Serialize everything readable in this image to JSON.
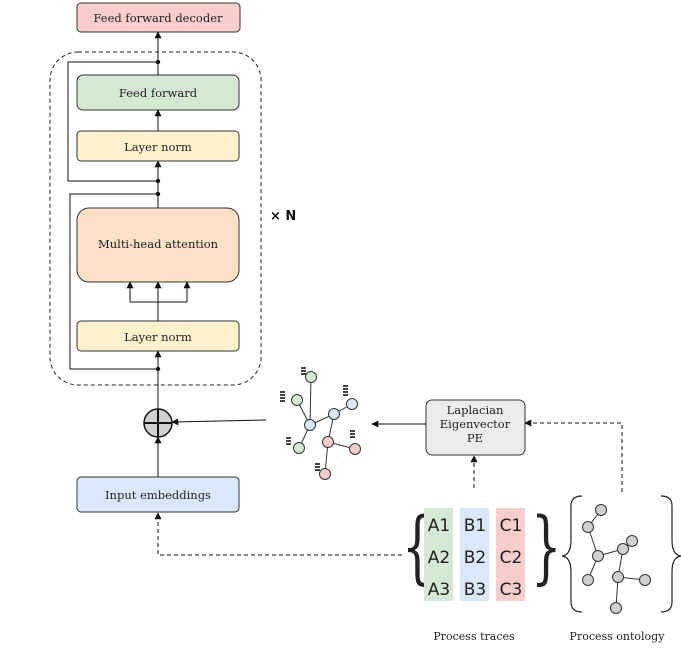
{
  "blocks": {
    "decoder": "Feed forward decoder",
    "feed_forward": "Feed forward",
    "layer_norm_top": "Layer norm",
    "attention": "Multi-head attention",
    "layer_norm_bottom": "Layer norm",
    "input_embeddings": "Input embeddings",
    "repeat_label": "× N",
    "laplacian": [
      "Laplacian",
      "Eigenvector",
      "PE"
    ]
  },
  "traces": {
    "columns": [
      {
        "color": "#d5e8d4",
        "cells": [
          "A1",
          "A2",
          "A3"
        ]
      },
      {
        "color": "#dae8fc",
        "cells": [
          "B1",
          "B2",
          "B3"
        ]
      },
      {
        "color": "#f8cecc",
        "cells": [
          "C1",
          "C2",
          "C3"
        ]
      }
    ]
  },
  "captions": {
    "traces": "Process traces",
    "ontology": "Process ontology"
  },
  "colors": {
    "decoder": "#f8cecc",
    "feed_forward": "#d5e8d4",
    "layer_norm": "#fff2cc",
    "attention": "#fce0c8",
    "input": "#dae8fc",
    "node_green": "#d5e8d4",
    "node_blue": "#dae8fc",
    "node_pink": "#f8cecc",
    "node_gray": "#d0d0d0"
  }
}
